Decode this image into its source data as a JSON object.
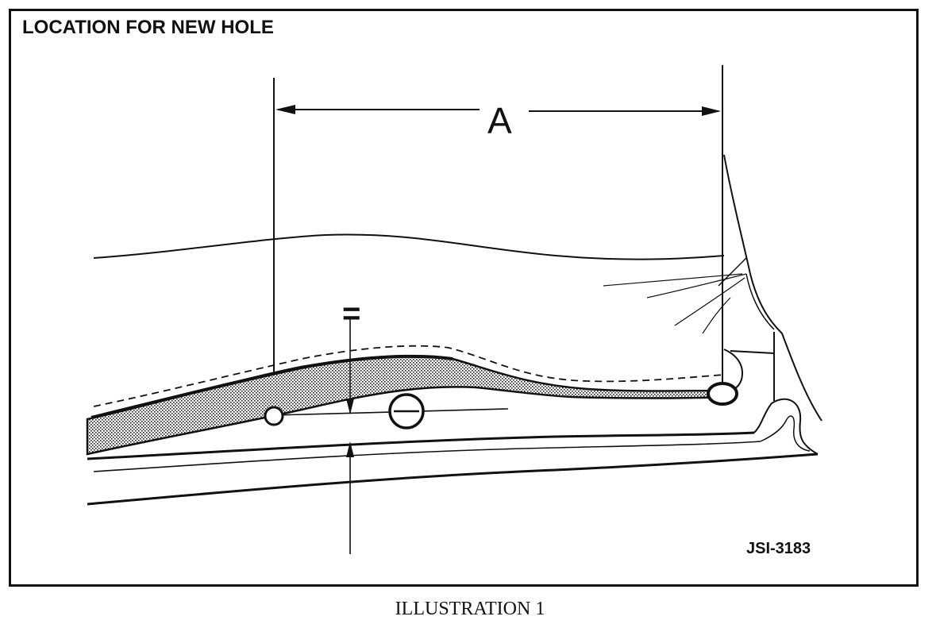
{
  "panel": {
    "title": "LOCATION FOR NEW HOLE",
    "ref_code": "JSI-3183"
  },
  "diagram": {
    "dimension_label": "A",
    "equal_marker": "="
  },
  "caption": "ILLUSTRATION 1"
}
